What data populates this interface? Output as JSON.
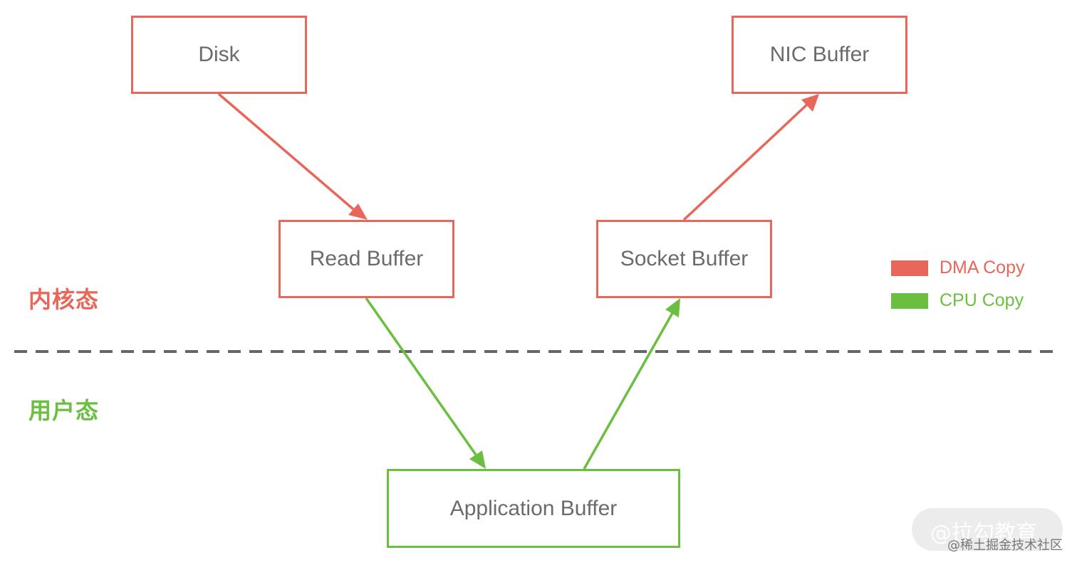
{
  "nodes": {
    "disk": "Disk",
    "nic_buffer": "NIC Buffer",
    "read_buffer": "Read Buffer",
    "socket_buffer": "Socket Buffer",
    "application_buffer": "Application Buffer"
  },
  "zones": {
    "kernel": "内核态",
    "user": "用户态"
  },
  "legend": [
    {
      "label": "DMA Copy",
      "color": "#e8675a"
    },
    {
      "label": "CPU Copy",
      "color": "#6abf40"
    }
  ],
  "edges": [
    {
      "from": "disk",
      "to": "read_buffer",
      "kind": "DMA Copy"
    },
    {
      "from": "read_buffer",
      "to": "application_buffer",
      "kind": "CPU Copy"
    },
    {
      "from": "application_buffer",
      "to": "socket_buffer",
      "kind": "CPU Copy"
    },
    {
      "from": "socket_buffer",
      "to": "nic_buffer",
      "kind": "DMA Copy"
    }
  ],
  "watermark": {
    "main": "@拉勾教育",
    "sub": "@稀土掘金技术社区"
  }
}
